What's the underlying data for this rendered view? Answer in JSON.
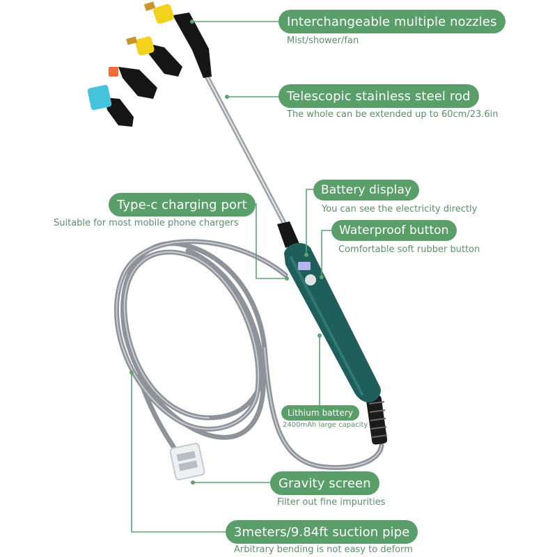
{
  "colors": {
    "accent_green": "#5a9e6a",
    "caption_green": "#5b8f69",
    "leader_line": "#5fa272",
    "handle_teal": "#1e5f5c",
    "hose_gray": "#8e9299",
    "nozzle_yellow": "#f2d21a",
    "nozzle_cyan": "#43c3dc",
    "nozzle_orange": "#f26b3a"
  },
  "features": [
    {
      "id": "nozzles",
      "title": "Interchangeable multiple nozzles",
      "caption": "Mist/shower/fan"
    },
    {
      "id": "rod",
      "title": "Telescopic stainless steel rod",
      "caption": "The whole can be extended up to 60cm/23.6in"
    },
    {
      "id": "charging",
      "title": "Type-c charging port",
      "caption": "Suitable for most mobile phone chargers"
    },
    {
      "id": "battery_display",
      "title": "Battery display",
      "caption": "You can see the electricity directly"
    },
    {
      "id": "button",
      "title": "Waterproof button",
      "caption": "Comfortable soft rubber button"
    },
    {
      "id": "lithium",
      "title": "Lithium battery",
      "caption": "2400mAh large capacity"
    },
    {
      "id": "screen",
      "title": "Gravity screen",
      "caption": "Filter out fine impurities"
    },
    {
      "id": "pipe",
      "title": "3meters/9.84ft suction pipe",
      "caption": "Arbitrary bending is not easy to deform"
    }
  ],
  "product": {
    "nozzle_types": [
      "Mist",
      "Shower",
      "Fan"
    ],
    "rod_length": "60cm/23.6in",
    "battery_capacity": "2400mAh",
    "pipe_length": "3meters/9.84ft"
  }
}
